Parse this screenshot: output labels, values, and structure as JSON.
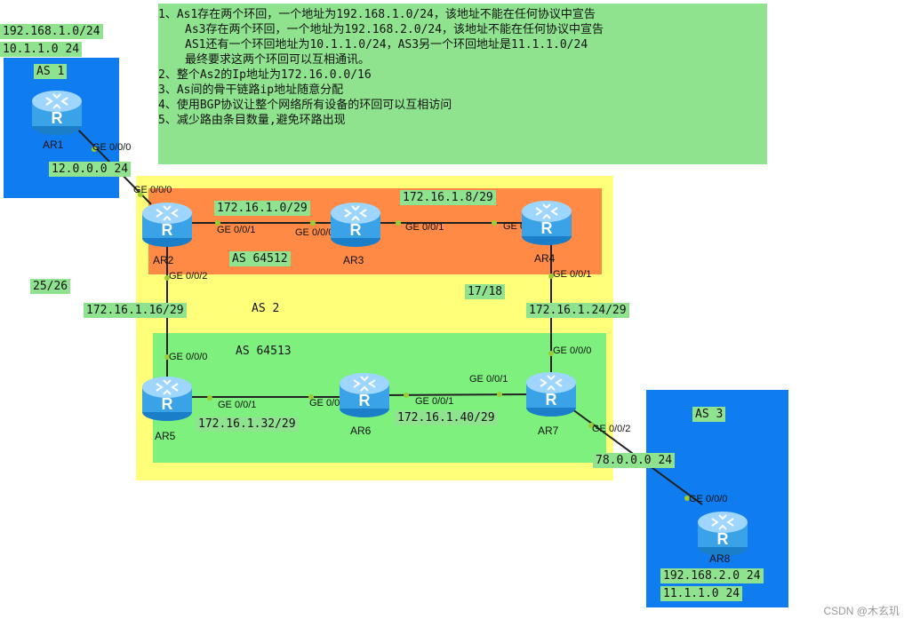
{
  "colors": {
    "as_blue": "#0f7cf0",
    "as2_yellow": "#ffff7a",
    "as64512_orange": "#ff8a45",
    "as64513_green": "#7df07d",
    "label_green": "#8fe38f",
    "link": "#222222",
    "port_dot": "#9acd32"
  },
  "requirements": {
    "line1": "1、As1存在两个环回，一个地址为192.168.1.0/24，该地址不能在任何协议中宣告",
    "line2": "As3存在两个环回，一个地址为192.168.2.0/24，该地址不能在任何协议中宣告",
    "line3": "AS1还有一个环回地址为10.1.1.0/24，AS3另一个环回地址是11.1.1.0/24",
    "line4": "最终要求这两个环回可以互相通讯。",
    "line5": "2、整个As2的Ip地址为172.16.0.0/16",
    "line6": "3、As间的骨干链路ip地址随意分配",
    "line7": "4、使用BGP协议让整个网络所有设备的环回可以互相访问",
    "line8": "5、减少路由条目数量,避免环路出现"
  },
  "as1": {
    "name": "AS 1",
    "loopback1": "192.168.1.0/24",
    "loopback2": "10.1.1.0 24"
  },
  "as2": {
    "name": "AS 2"
  },
  "as64512": {
    "name": "AS 64512"
  },
  "as64513": {
    "name": "AS 64513"
  },
  "as3": {
    "name": "AS 3",
    "loopback1": "192.168.2.0 24",
    "loopback2": "11.1.1.0 24"
  },
  "routers": [
    "AR1",
    "AR2",
    "AR3",
    "AR4",
    "AR5",
    "AR6",
    "AR7",
    "AR8"
  ],
  "networks": {
    "ar1_ar2": "12.0.0.0 24",
    "ar2_ar3": "172.16.1.0/29",
    "ar3_ar4": "172.16.1.8/29",
    "ar2_ar5": "172.16.1.16/29",
    "ar4_ar7": "172.16.1.24/29",
    "ar5_ar6": "172.16.1.32/29",
    "ar6_ar7": "172.16.1.40/29",
    "ar7_ar8": "78.0.0.0 24",
    "note_left": "25/26",
    "note_right": "17/18"
  },
  "ports": {
    "ar1_g000": "GE 0/0/0",
    "ar2_g000": "GE 0/0/0",
    "ar2_g001": "GE 0/0/1",
    "ar2_g002": "GE 0/0/2",
    "ar3_g000": "GE 0/0/0",
    "ar3_g001": "GE 0/0/1",
    "ar4_g000": "GE 0/0/0",
    "ar4_g001": "GE 0/0/1",
    "ar5_g000": "GE 0/0/0",
    "ar5_g001": "GE 0/0/1",
    "ar6_g000": "GE 0/0/0",
    "ar6_g001": "GE 0/0/1",
    "ar7_g000": "GE 0/0/0",
    "ar7_g001": "GE 0/0/1",
    "ar7_g002": "GE 0/0/2",
    "ar8_g000": "GE 0/0/0"
  },
  "watermark": "CSDN @木玄玑",
  "router_icon": "router-icon"
}
